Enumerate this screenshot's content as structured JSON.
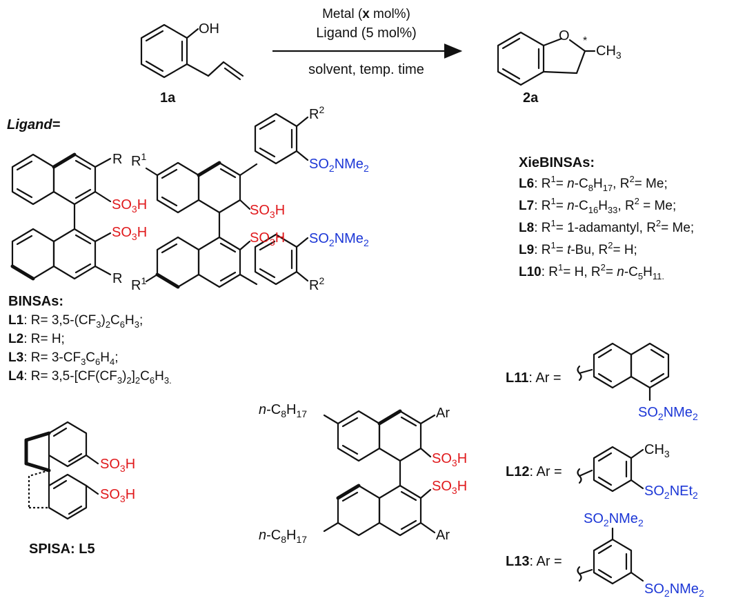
{
  "colors": {
    "red_group": "#e0181b",
    "blue_group": "#1b36d6",
    "ink": "#111111"
  },
  "reaction": {
    "substrate": {
      "id": "1a",
      "group": "OH"
    },
    "arrow_above_1": "Metal (x mol%)",
    "arrow_above_2": "Ligand (5 mol%)",
    "arrow_below": "solvent, temp. time",
    "product": {
      "id": "2a",
      "ring_atom": "O",
      "stereo": "*",
      "group": "CH3"
    }
  },
  "ligand_heading": "Ligand=",
  "binsa": {
    "title": "BINSAs:",
    "substituent": "R",
    "acid": "SO3H",
    "entries": [
      {
        "id": "L1",
        "def": "R= 3,5-(CF3)2C6H3;"
      },
      {
        "id": "L2",
        "def": "R= H;"
      },
      {
        "id": "L3",
        "def": "R= 3-CF3C6H4;"
      },
      {
        "id": "L4",
        "def": "R= 3,5-[CF(CF3)2]2C6H3."
      }
    ]
  },
  "xiebinsa": {
    "title": "XieBINSAs:",
    "groups": [
      "R1",
      "R2",
      "SO2NMe2",
      "SO3H"
    ],
    "entries": [
      {
        "id": "L6",
        "def": "R1= n-C8H17, R2= Me;"
      },
      {
        "id": "L7",
        "def": "R1= n-C16H33, R2 = Me;"
      },
      {
        "id": "L8",
        "def": "R1= 1-adamantyl, R2= Me;"
      },
      {
        "id": "L9",
        "def": "R1= t-Bu, R2= H;"
      },
      {
        "id": "L10",
        "def": "R1= H, R2= n-C5H11."
      }
    ]
  },
  "spisa": {
    "label": "SPISA: L5",
    "acid": "SO3H"
  },
  "octyl": {
    "chain": "n-C8H17",
    "aryl": "Ar",
    "acid": "SO3H"
  },
  "aryl_variants": [
    {
      "id": "L11",
      "eq": "Ar =",
      "groups": [
        "SO2NMe2"
      ]
    },
    {
      "id": "L12",
      "eq": "Ar =",
      "groups": [
        "CH3",
        "SO2NEt2"
      ]
    },
    {
      "id": "L13",
      "eq": "Ar =",
      "groups": [
        "SO2NMe2",
        "SO2NMe2"
      ]
    }
  ]
}
